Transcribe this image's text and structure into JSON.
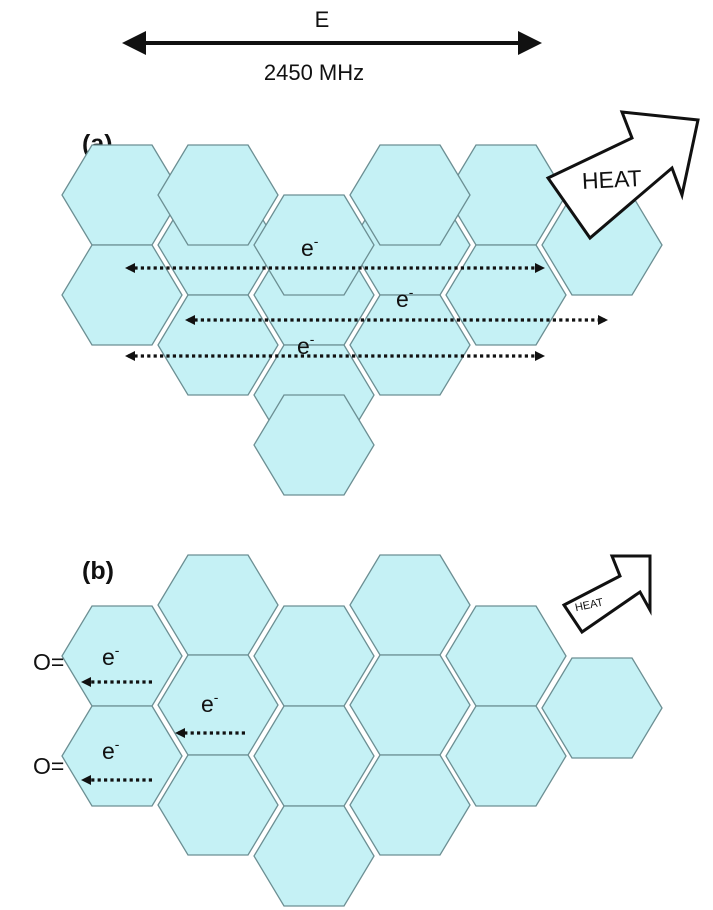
{
  "field": {
    "symbol": "E",
    "frequency": "2450 MHz"
  },
  "panel_a": {
    "label": "(a)",
    "heat": "HEAT",
    "electron_labels": [
      "e",
      "e",
      "e"
    ],
    "electron_sup": "-"
  },
  "panel_b": {
    "label": "(b)",
    "heat": "HEAT",
    "electron_labels": [
      "e",
      "e",
      "e"
    ],
    "electron_sup": "-",
    "oxygen_groups": [
      "O=",
      "O="
    ]
  },
  "colors": {
    "hexagon_fill": "#c5f1f5",
    "hexagon_stroke": "#6c8f93",
    "ink": "#111111"
  }
}
